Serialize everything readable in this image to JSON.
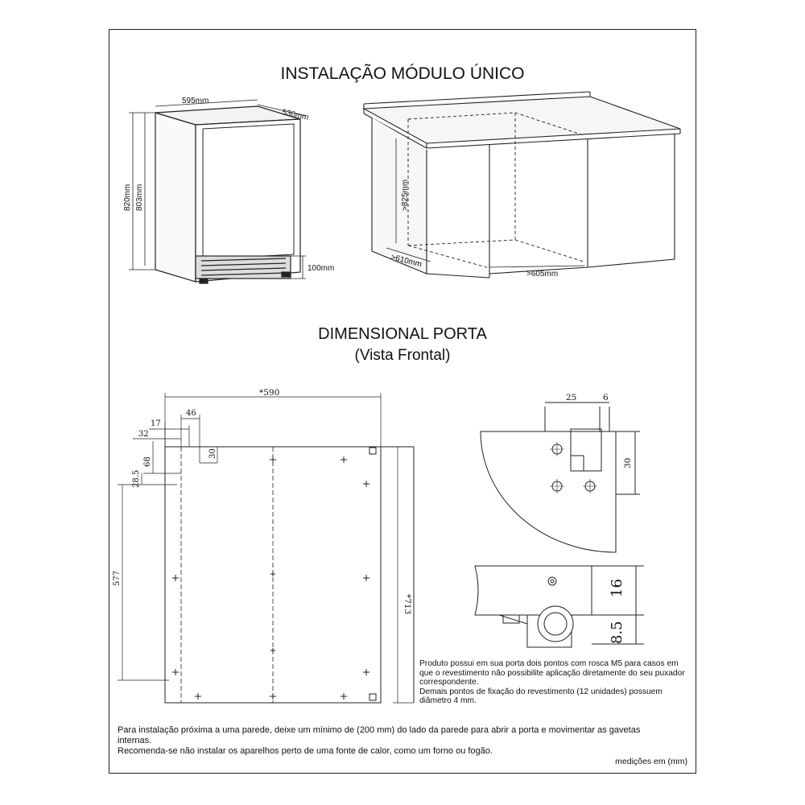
{
  "titles": {
    "installation": "INSTALAÇÃO MÓDULO ÚNICO",
    "door_dimensional": "DIMENSIONAL PORTA",
    "door_view": "(Vista Frontal)"
  },
  "fridge_dims": {
    "width": "595mm",
    "depth": "530mm",
    "height_total": "820mm",
    "height_body": "803mm",
    "base": "100mm"
  },
  "niche_dims": {
    "height": ">825mm",
    "depth": ">610mm",
    "width": ">605mm"
  },
  "door_dims": {
    "width": "*590",
    "height": "*713",
    "d46": "46",
    "d17": "17",
    "d32": "32",
    "d30": "30",
    "d68": "68",
    "d28_5": "28.5",
    "d577": "577"
  },
  "detail_dims": {
    "d25": "25",
    "d6": "6",
    "d30": "30",
    "d16": "16",
    "d8_5": "8.5"
  },
  "notes": {
    "door_note_1": "Produto possui em sua porta dois pontos com rosca M5 para casos em que o revestimento não possibilite aplicação diretamente do seu puxador correspondente.",
    "door_note_2": "Demais pontos de fixação do revestimento (12 unidades) possuem diâmetro 4 mm.",
    "footer_1": "Para instalação próxima a uma parede, deixe um mínimo de (200 mm) do lado da parede para abrir a porta e movimentar as gavetas internas.",
    "footer_2": "Recomenda-se não instalar os aparelhos perto de uma fonte de calor, como um forno ou fogão.",
    "units": "medições em (mm)"
  }
}
